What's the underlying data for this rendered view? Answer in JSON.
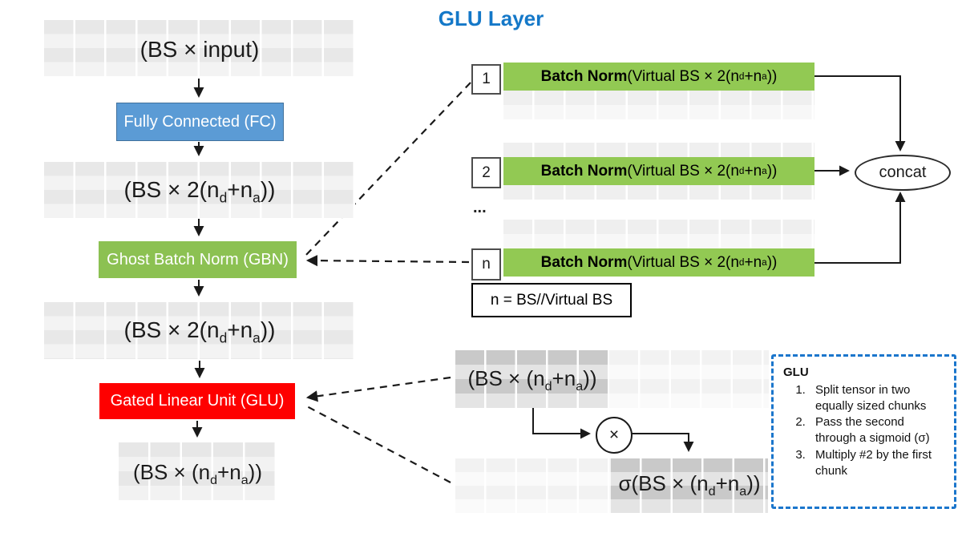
{
  "title": "GLU Layer",
  "colors": {
    "fc_blue": "#5b9bd5",
    "gbn_green": "#8cc152",
    "bn_bar_green": "#92c953",
    "glu_red": "#fe0000",
    "title_blue": "#1478c8",
    "info_border_blue": "#1b76cc"
  },
  "left_flow": {
    "input_label": "(BS × input)",
    "fc_label": "Fully Connected (FC)",
    "hidden_label_html": "(BS × 2(n<sub>d</sub>+n<sub>a</sub>))",
    "gbn_label": "Ghost Batch Norm (GBN)",
    "hidden2_label_html": "(BS × 2(n<sub>d</sub>+n<sub>a</sub>))",
    "glu_label": "Gated Linear Unit (GLU)",
    "output_label_html": "(BS × (n<sub>d</sub>+n<sub>a</sub>))"
  },
  "bn_units": [
    {
      "index": "1",
      "label_html": "<b>Batch Norm</b> (Virtual BS × 2(n<sub>d</sub>+n<sub>a</sub>))"
    },
    {
      "index": "2",
      "label_html": "<b>Batch Norm</b> (Virtual BS × 2(n<sub>d</sub>+n<sub>a</sub>))"
    },
    {
      "index": "n",
      "label_html": "<b>Batch Norm</b> (Virtual BS × 2(n<sub>d</sub>+n<sub>a</sub>))"
    }
  ],
  "ellipsis": "...",
  "n_formula": "n = BS//Virtual BS",
  "concat_label": "concat",
  "glu_detail": {
    "first_chunk_label_html": "(BS × (n<sub>d</sub>+n<sub>a</sub>))",
    "multiply_symbol": "×",
    "sigmoid_label_html": "σ(BS × (n<sub>d</sub>+n<sub>a</sub>))",
    "info": {
      "title": "GLU",
      "steps": [
        "Split tensor in two equally sized chunks",
        "Pass the second through a sigmoid (σ)",
        "Multiply #2 by the first chunk"
      ]
    }
  }
}
